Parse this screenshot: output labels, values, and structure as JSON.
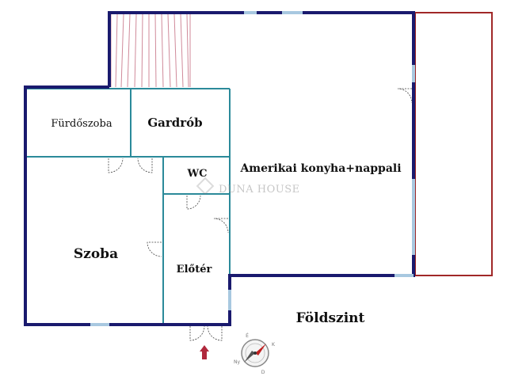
{
  "rooms": {
    "bathroom": "Fürdőszoba",
    "wardrobe": "Gardrób",
    "wc": "WC",
    "living": "Amerikai konyha+nappali",
    "bedroom": "Szoba",
    "hall": "Előtér"
  },
  "floor_label": "Földszint",
  "watermark": "DUNA HOUSE",
  "colors": {
    "outer_wall": "#1a1a6e",
    "inner_wall": "#2b8a9a",
    "window": "#a8c8e0",
    "terrace": "#a02828",
    "entrance_arrow": "#b0283c",
    "stairs": "#d08a9a"
  },
  "compass_letters": [
    "É",
    "K",
    "D",
    "Ny"
  ]
}
